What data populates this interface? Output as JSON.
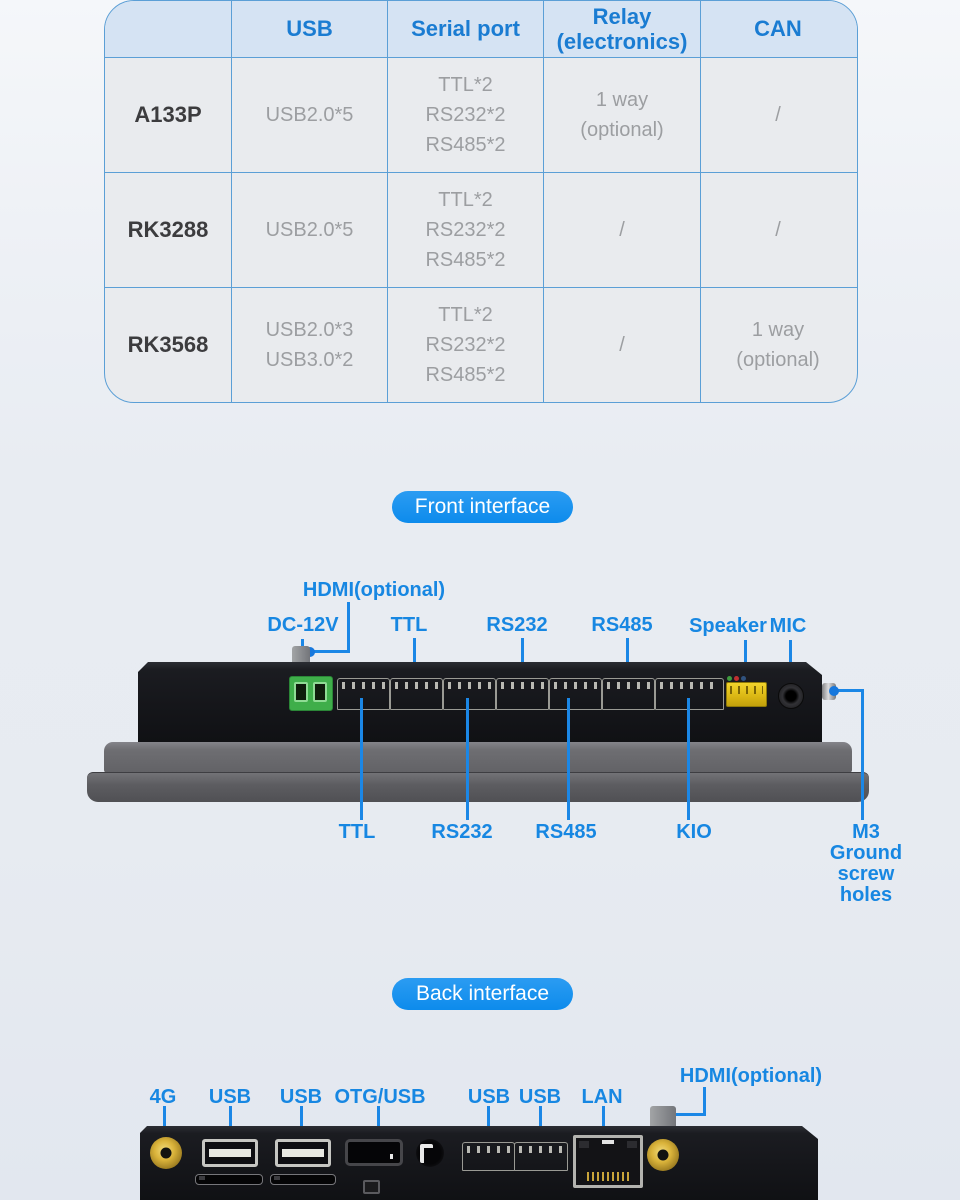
{
  "spec_table": {
    "headers": [
      "",
      "USB",
      "Serial port",
      "Relay\n(electronics)",
      "CAN"
    ],
    "rows": [
      {
        "model": "A133P",
        "usb": "USB2.0*5",
        "serial": "TTL*2\nRS232*2\nRS485*2",
        "relay": "1 way\n(optional)",
        "can": "/"
      },
      {
        "model": "RK3288",
        "usb": "USB2.0*5",
        "serial": "TTL*2\nRS232*2\nRS485*2",
        "relay": "/",
        "can": "/"
      },
      {
        "model": "RK3568",
        "usb": "USB2.0*3\nUSB3.0*2",
        "serial": "TTL*2\nRS232*2\nRS485*2",
        "relay": "/",
        "can": "1 way\n(optional)"
      }
    ]
  },
  "front": {
    "badge": "Front interface",
    "labels_top": {
      "hdmi": "HDMI(optional)",
      "dc": "DC-12V",
      "ttl": "TTL",
      "rs232": "RS232",
      "rs485": "RS485",
      "speaker": "Speaker",
      "mic": "MIC"
    },
    "labels_bottom": {
      "ttl": "TTL",
      "rs232": "RS232",
      "rs485": "RS485",
      "kio": "KIO",
      "m3": "M3 Ground\nscrew holes"
    }
  },
  "back": {
    "badge": "Back interface",
    "labels": {
      "g4": "4G",
      "usb1": "USB",
      "usb2": "USB",
      "otg": "OTG/USB",
      "usb3": "USB",
      "usb4": "USB",
      "lan": "LAN",
      "hdmi": "HDMI(optional)"
    }
  },
  "colors": {
    "accent_blue": "#1787e2",
    "pill_blue": "#1590ee",
    "table_border": "#5b9fd6",
    "table_header_bg": "#d5e3f3"
  }
}
